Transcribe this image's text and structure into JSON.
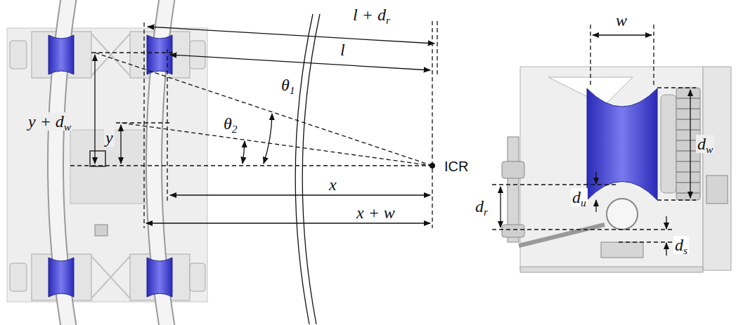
{
  "diagram": {
    "labels": [
      "l + dr",
      "l",
      "θ1",
      "θ2",
      "y + dw",
      "y",
      "x",
      "x + w",
      "ICR",
      "w",
      "dw",
      "dr",
      "du",
      "ds"
    ]
  }
}
